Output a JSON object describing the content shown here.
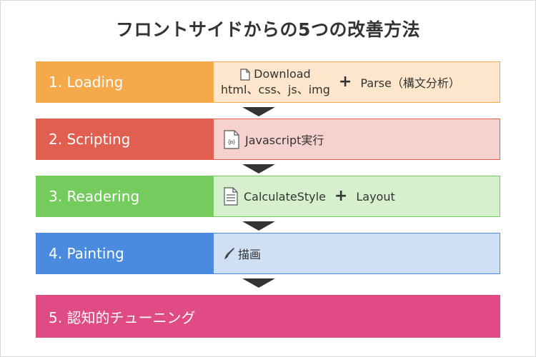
{
  "title": "フロントサイドからの5つの改善方法",
  "steps": [
    {
      "label": "1. Loading",
      "download": "Download",
      "files": "html、css、js、img",
      "plus": "+",
      "parse": "Parse（構文分析）",
      "icon": "document-icon",
      "color": "#f4a94b",
      "bg": "#fde6cc"
    },
    {
      "label": "2. Scripting",
      "text": "Javascript実行",
      "icon_text": "{js}",
      "icon": "js-file-icon",
      "color": "#e05f51",
      "bg": "#f6d1cd"
    },
    {
      "label": "3. Readering",
      "calc": "CalculateStyle",
      "plus": "+",
      "layout": "Layout",
      "icon": "text-document-icon",
      "color": "#73cc5c",
      "bg": "#d6f0cd"
    },
    {
      "label": "4. Painting",
      "text": "描画",
      "icon": "paintbrush-icon",
      "color": "#4a8be0",
      "bg": "#cfdff4"
    },
    {
      "label": "5. 認知的チューニング",
      "color": "#e04a85"
    }
  ]
}
